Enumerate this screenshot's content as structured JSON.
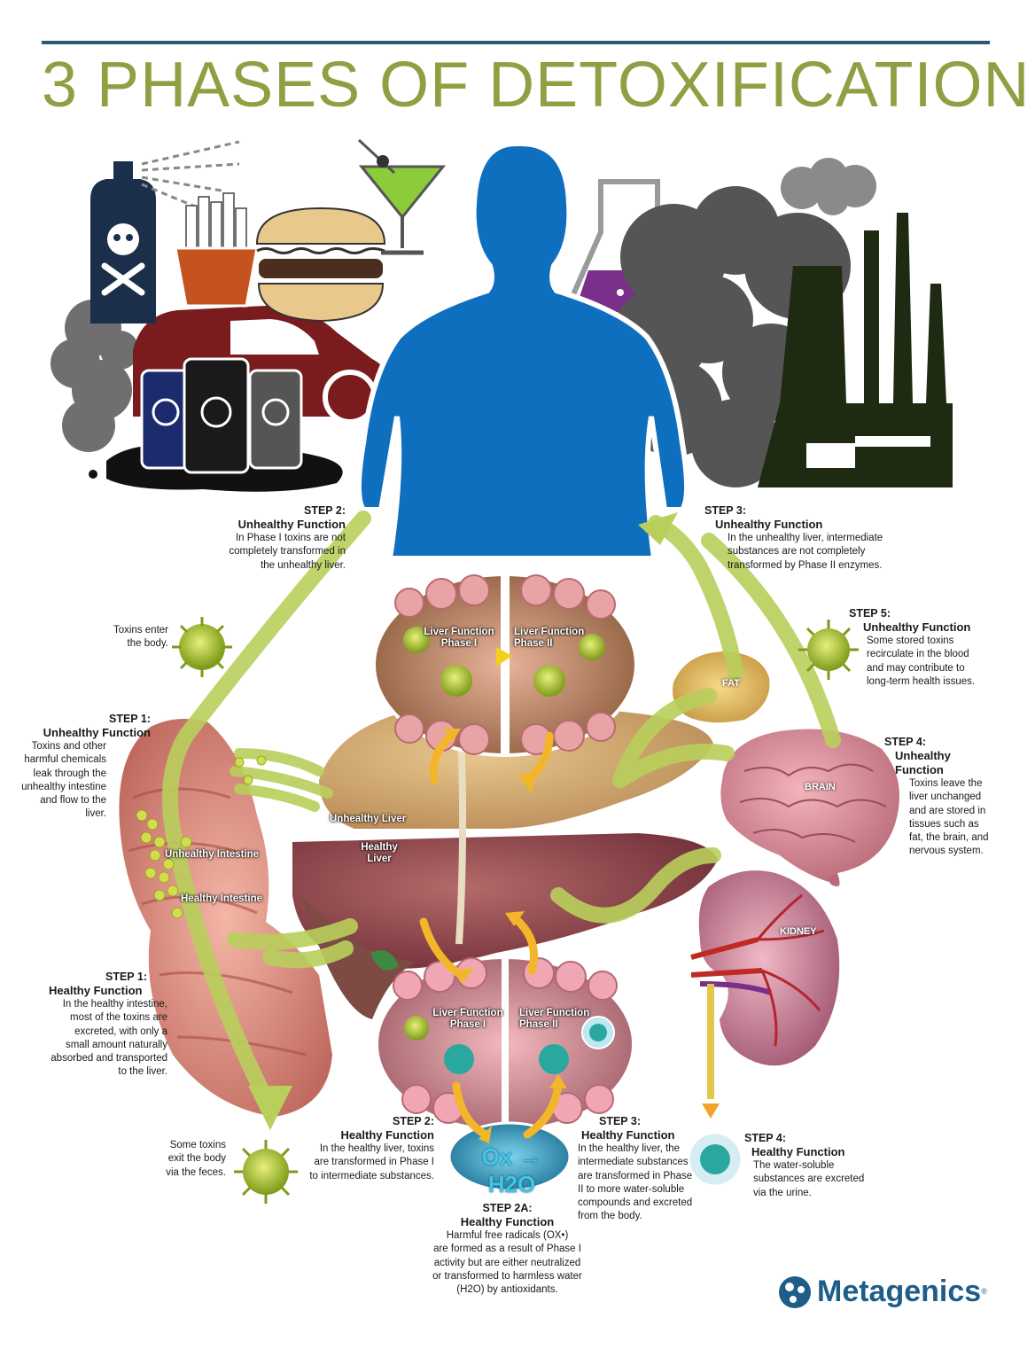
{
  "title": "3 PHASES OF DETOXIFICATION",
  "brand": {
    "name": "Metagenics",
    "mark": "®"
  },
  "colors": {
    "title": "#8fa043",
    "rule": "#2b5876",
    "person": "#0f6fbf",
    "arrow": "#b9cf5c",
    "brand": "#1f5d89"
  },
  "labels": {
    "liver_phase1_top": "Liver Function\nPhase I",
    "liver_phase2_top": "Liver Function\nPhase II",
    "liver_phase1_bottom": "Liver Function\nPhase I",
    "liver_phase2_bottom": "Liver Function\nPhase II",
    "unhealthy_liver": "Unhealthy Liver",
    "healthy_liver": "Healthy\nLiver",
    "unhealthy_intestine": "Unhealthy Intestine",
    "healthy_intestine": "Healthy Intestine",
    "fat": "FAT",
    "brain": "BRAIN",
    "kidney": "KIDNEY",
    "ox_h2o": "Ox → H2O"
  },
  "captions": {
    "toxins_enter": "Toxins enter\nthe body.",
    "toxins_exit": "Some toxins\nexit the body\nvia the feces.",
    "step2_unhealthy": {
      "step": "STEP 2:",
      "fn": "Unhealthy Function",
      "body": "In Phase I toxins are not\ncompletely transformed in\nthe unhealthy liver."
    },
    "step3_unhealthy": {
      "step": "STEP 3:",
      "fn": "Unhealthy Function",
      "body": "In the unhealthy liver, intermediate\nsubstances are not completely\ntransformed by Phase II enzymes."
    },
    "step5_unhealthy": {
      "step": "STEP 5:",
      "fn": "Unhealthy Function",
      "body": "Some stored toxins\nrecirculate in the blood\nand may contribute to\nlong-term health issues."
    },
    "step1_unhealthy": {
      "step": "STEP 1:",
      "fn": "Unhealthy Function",
      "body": "Toxins and other\nharmful chemicals\nleak through the\nunhealthy intestine\nand flow to the\nliver."
    },
    "step4_unhealthy": {
      "step": "STEP 4:",
      "fn": "Unhealthy\nFunction",
      "body": "Toxins leave the\nliver unchanged\nand are stored in\ntissues such as\nfat, the brain, and\nnervous system."
    },
    "step1_healthy": {
      "step": "STEP 1:",
      "fn": "Healthy Function",
      "body": "In the healthy intestine,\nmost of the toxins are\nexcreted, with only a\nsmall amount naturally\nabsorbed and transported\nto the liver."
    },
    "step2_healthy": {
      "step": "STEP 2:",
      "fn": "Healthy Function",
      "body": "In the healthy liver, toxins\nare transformed in Phase I\nto intermediate substances."
    },
    "step3_healthy": {
      "step": "STEP 3:",
      "fn": "Healthy Function",
      "body": "In the healthy liver, the\nintermediate substances\nare transformed in Phase\nII to more water-soluble\ncompounds and excreted\nfrom the body."
    },
    "step4_healthy": {
      "step": "STEP 4:",
      "fn": "Healthy Function",
      "body": "The water-soluble\nsubstances are excreted\nvia the urine."
    },
    "step2a_healthy": {
      "step": "STEP 2A:",
      "fn": "Healthy Function",
      "body": "Harmful free radicals (OX•)\nare formed as a result of Phase I\nactivity but are either neutralized\nor transformed to harmless water\n(H2O) by antioxidants."
    }
  }
}
